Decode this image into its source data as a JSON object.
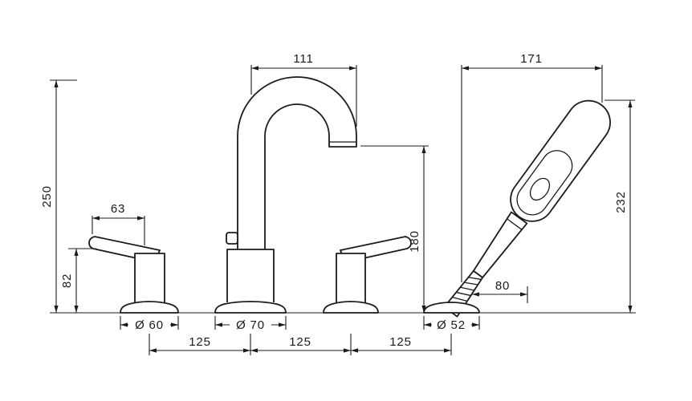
{
  "drawing": {
    "title": "bath-rim-mixer-with-handshower-dimension-drawing",
    "colors": {
      "line": "#1b1b1b",
      "background": "#ffffff"
    },
    "dims": {
      "spout_reach": "111",
      "shower_reach": "171",
      "overall_height": "250",
      "handle_height": "82",
      "handle_length": "63",
      "spout_outlet_height": "180",
      "shower_overall_height": "232",
      "shower_hose_offset": "80",
      "handle_base_diameter": "Ø 60",
      "spout_base_diameter": "Ø 70",
      "shower_base_diameter": "Ø 52",
      "hole_spacing_left": "125",
      "hole_spacing_center": "125",
      "hole_spacing_right": "125"
    }
  }
}
